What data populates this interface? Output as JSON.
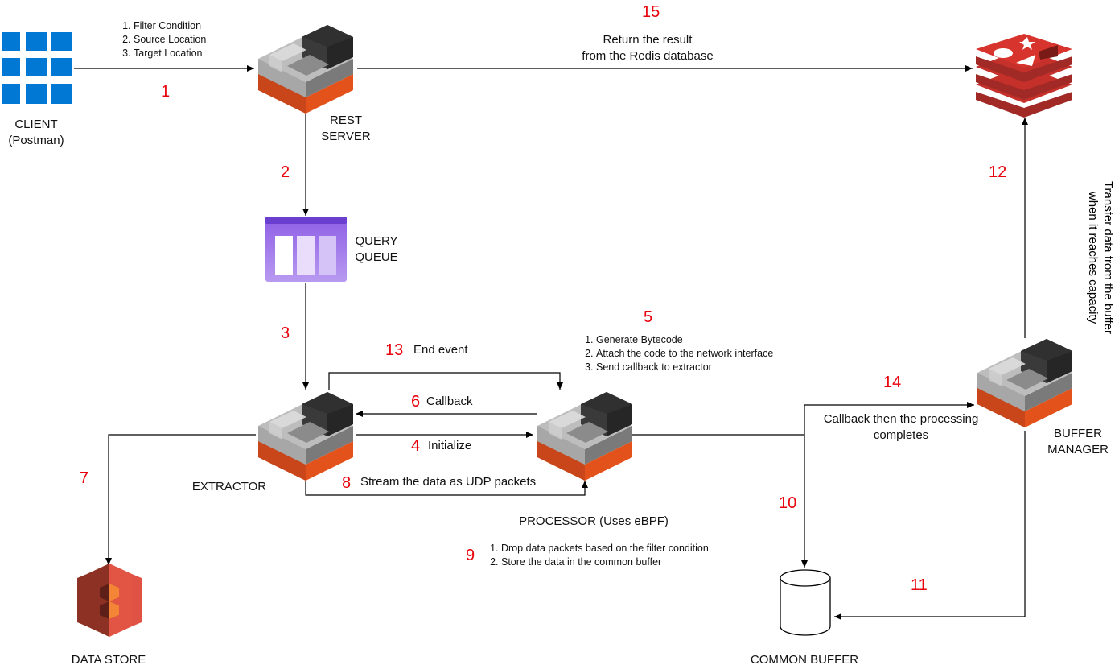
{
  "nodes": {
    "client": {
      "label_line1": "CLIENT",
      "label_line2": "(Postman)"
    },
    "rest_server": {
      "label_line1": "REST",
      "label_line2": "SERVER"
    },
    "query_queue": {
      "label_line1": "QUERY",
      "label_line2": "QUEUE"
    },
    "extractor": {
      "label": "EXTRACTOR"
    },
    "processor": {
      "label": "PROCESSOR (Uses eBPF)"
    },
    "data_store": {
      "label": "DATA STORE"
    },
    "common_buffer": {
      "label": "COMMON BUFFER"
    },
    "buffer_manager": {
      "label_line1": "BUFFER",
      "label_line2": "MANAGER"
    }
  },
  "notes": {
    "request_params": [
      "Filter Condition",
      "Source Location",
      "Target Location"
    ],
    "processor_setup": [
      "Generate Bytecode",
      "Attach the code to the network interface",
      "Send callback to extractor"
    ],
    "processor_filter": [
      "Drop data packets based on the filter condition",
      "Store the data in the common buffer"
    ]
  },
  "edge_labels": {
    "return_result_line1": "Return the result",
    "return_result_line2": "from the Redis database",
    "end_event": "End event",
    "callback": "Callback",
    "initialize": "Initialize",
    "stream": "Stream the data as UDP packets",
    "callback_complete_line1": "Callback then the processing",
    "callback_complete_line2": "completes",
    "transfer_line1": "Transfer data from the buffer",
    "transfer_line2": "when it reaches capacity"
  },
  "steps": {
    "s1": "1",
    "s2": "2",
    "s3": "3",
    "s4": "4",
    "s5": "5",
    "s6": "6",
    "s7": "7",
    "s8": "8",
    "s9": "9",
    "s10": "10",
    "s11": "11",
    "s12": "12",
    "s13": "13",
    "s14": "14",
    "s15": "15"
  },
  "colors": {
    "step_number": "#e8000b",
    "windows_blue": "#0078d4",
    "cube_dark": "#2b2b2b",
    "cube_orange": "#e4521c",
    "queue_purple": "#7c4ddf",
    "redis_red": "#c6302b",
    "s3_red": "#e25444"
  },
  "icons": {
    "client": "windows-logo-icon",
    "rest_server": "server-cube-icon",
    "query_queue": "queue-icon",
    "extractor": "server-cube-icon",
    "processor": "server-cube-icon",
    "buffer_manager": "server-cube-icon",
    "redis": "redis-logo-icon",
    "data_store": "s3-bucket-icon",
    "common_buffer": "database-cylinder-icon"
  }
}
